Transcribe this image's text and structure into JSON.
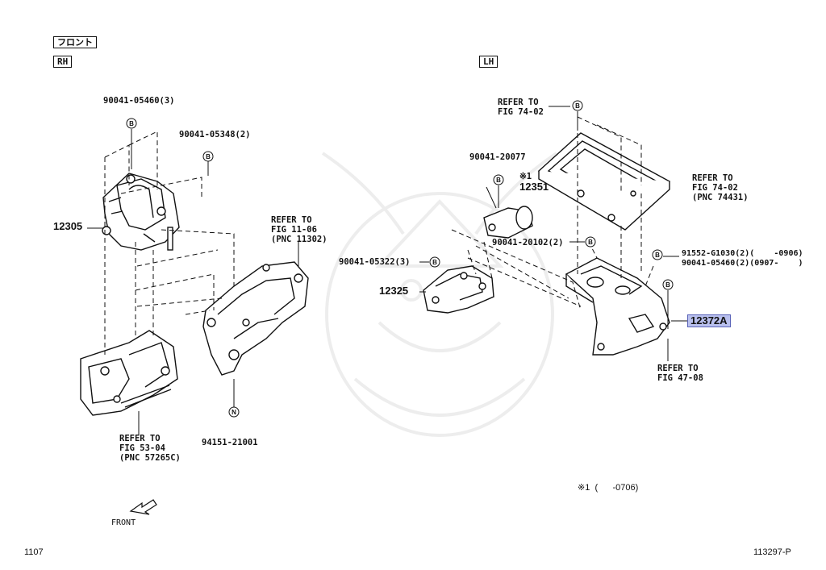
{
  "header": {
    "front_jp": "フロント",
    "rh": "RH",
    "lh": "LH"
  },
  "labels": {
    "p_90041_05460_3": "90041-05460(3)",
    "p_90041_05348_2": "90041-05348(2)",
    "p_12305": "12305",
    "refer_11_06": "REFER TO\nFIG 11-06\n(PNC 11302)",
    "refer_53_04": "REFER TO\nFIG 53-04\n(PNC 57265C)",
    "p_94151_21001": "94151-21001",
    "refer_74_02_top": "REFER TO\nFIG 74-02",
    "p_90041_20077": "90041-20077",
    "note_mark_1": "※1",
    "p_12351": "12351",
    "refer_74_02_right": "REFER TO\nFIG 74-02\n(PNC 74431)",
    "p_90041_20102_2": "90041-20102(2)",
    "p_90041_05322_3": "90041-05322(3)",
    "p_12325": "12325",
    "p_91552_g1030": "91552-G1030(2)(    -0906)",
    "p_90041_05460_2": "90041-05460(2)(0907-    )",
    "p_12372a": "12372A",
    "refer_47_08": "REFER TO\nFIG 47-08",
    "footnote": "※1  (      -0706)",
    "front": "FRONT"
  },
  "markers": {
    "b": "B",
    "n": "N"
  },
  "footer": {
    "left": "1107",
    "right": "113297-P"
  },
  "colors": {
    "highlight": "#b9c0ee",
    "line": "#111111"
  }
}
